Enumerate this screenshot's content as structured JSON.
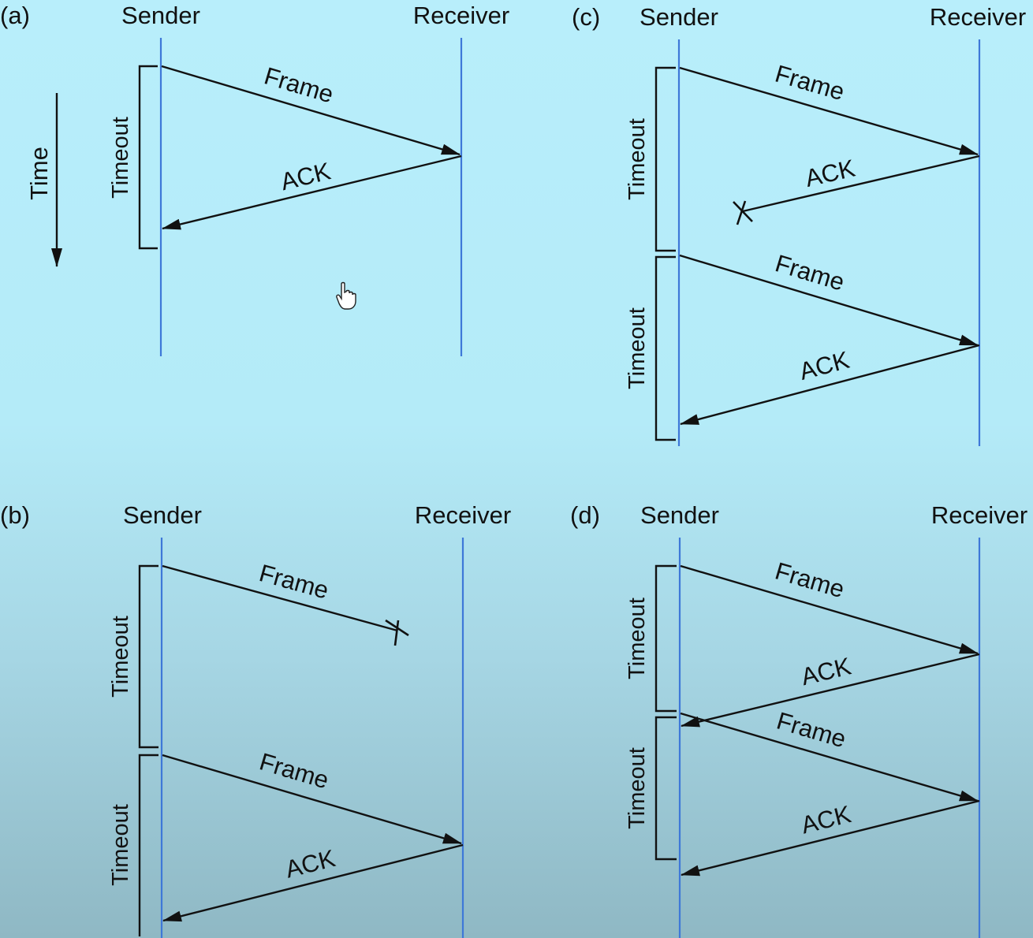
{
  "time_axis": {
    "label": "Time"
  },
  "panels": [
    {
      "letter": "(a)",
      "sender": "Sender",
      "receiver": "Receiver",
      "messages": [
        {
          "label": "Frame"
        },
        {
          "label": "ACK"
        }
      ],
      "timeouts": [
        {
          "label": "Timeout"
        }
      ]
    },
    {
      "letter": "(b)",
      "sender": "Sender",
      "receiver": "Receiver",
      "messages": [
        {
          "label": "Frame",
          "lost": true
        },
        {
          "label": "Frame"
        },
        {
          "label": "ACK"
        }
      ],
      "timeouts": [
        {
          "label": "Timeout"
        },
        {
          "label": "Timeout"
        }
      ]
    },
    {
      "letter": "(c)",
      "sender": "Sender",
      "receiver": "Receiver",
      "messages": [
        {
          "label": "Frame"
        },
        {
          "label": "ACK",
          "lost": true
        },
        {
          "label": "Frame"
        },
        {
          "label": "ACK"
        }
      ],
      "timeouts": [
        {
          "label": "Timeout"
        },
        {
          "label": "Timeout"
        }
      ]
    },
    {
      "letter": "(d)",
      "sender": "Sender",
      "receiver": "Receiver",
      "messages": [
        {
          "label": "Frame"
        },
        {
          "label": "ACK"
        },
        {
          "label": "Frame"
        },
        {
          "label": "ACK"
        }
      ],
      "timeouts": [
        {
          "label": "Timeout"
        },
        {
          "label": "Timeout"
        }
      ]
    }
  ],
  "colors": {
    "lifeline": "#3e78d8",
    "ink": "#111111",
    "background_top": "#b8eefb",
    "background_bottom": "#8fb8c4"
  }
}
